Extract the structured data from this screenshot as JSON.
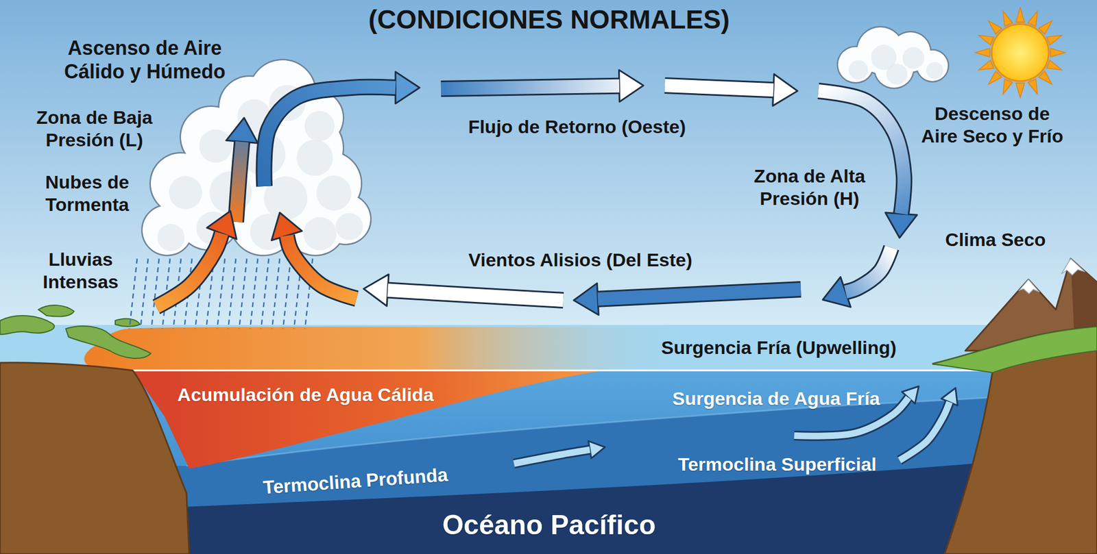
{
  "diagram": {
    "title": "(CONDICIONES NORMALES)",
    "labels": [
      "Ascenso de Aire Cálido y Húmedo",
      "Zona de Baja Presión (L)",
      "Nubes de Tormenta",
      "Lluvias Intensas",
      "Flujo de Retorno (Oeste)",
      "Descenso de Aire Seco y Frío",
      "Zona de Alta Presión (H)",
      "Clima Seco",
      "Vientos Alisios (Del Este)",
      "Surgencia Fría (Upwelling)",
      "Acumulación de Agua Cálida",
      "Surgencia de Agua Fría",
      "Termoclina Superficial",
      "Termoclina Profunda",
      "Océano Pacífico"
    ]
  }
}
